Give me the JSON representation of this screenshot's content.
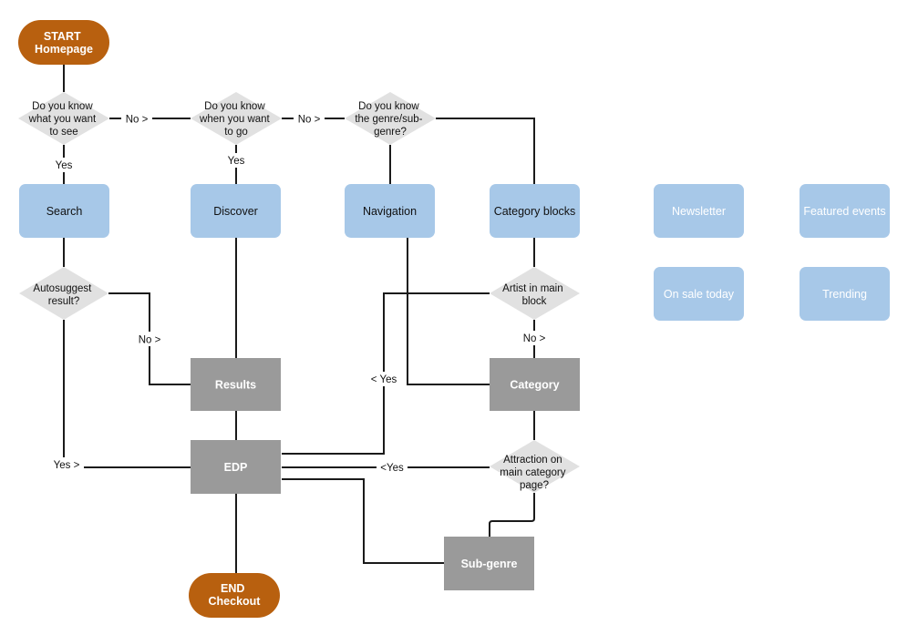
{
  "colors": {
    "terminal": "#b8600f",
    "blue": "#a7c8e8",
    "gray": "#9a9a9a",
    "decision": "#e1e1e1",
    "line": "#1a1a1a",
    "white_text": "#ffffff",
    "dark_text": "#111111"
  },
  "nodes": {
    "start": [
      "START",
      "Homepage"
    ],
    "end": [
      "END",
      "Checkout"
    ],
    "q_know_what": [
      "Do you know",
      "what you want",
      "to see"
    ],
    "q_know_when": [
      "Do you know",
      "when you want",
      "to go"
    ],
    "q_know_genre": [
      "Do you know",
      "the genre/sub-",
      "genre?"
    ],
    "q_autosuggest": [
      "Autosuggest",
      "result?"
    ],
    "q_artist_main": [
      "Artist in main",
      "block"
    ],
    "q_attraction": [
      "Attraction on",
      "main category",
      "page?"
    ],
    "search": "Search",
    "discover": "Discover",
    "navigation": "Navigation",
    "category_blocks": "Category blocks",
    "newsletter": "Newsletter",
    "featured_events": "Featured events",
    "on_sale_today": "On sale today",
    "trending": "Trending",
    "results": "Results",
    "category": "Category",
    "edp": "EDP",
    "sub_genre": "Sub-genre"
  },
  "edge_labels": {
    "no_1": "No >",
    "no_2": "No >",
    "yes_1": "Yes",
    "yes_2": "Yes",
    "no_autosuggest": "No >",
    "yes_autosuggest": "Yes >",
    "no_artist": "No >",
    "yes_artist": "< Yes",
    "yes_attraction": "<Yes"
  }
}
